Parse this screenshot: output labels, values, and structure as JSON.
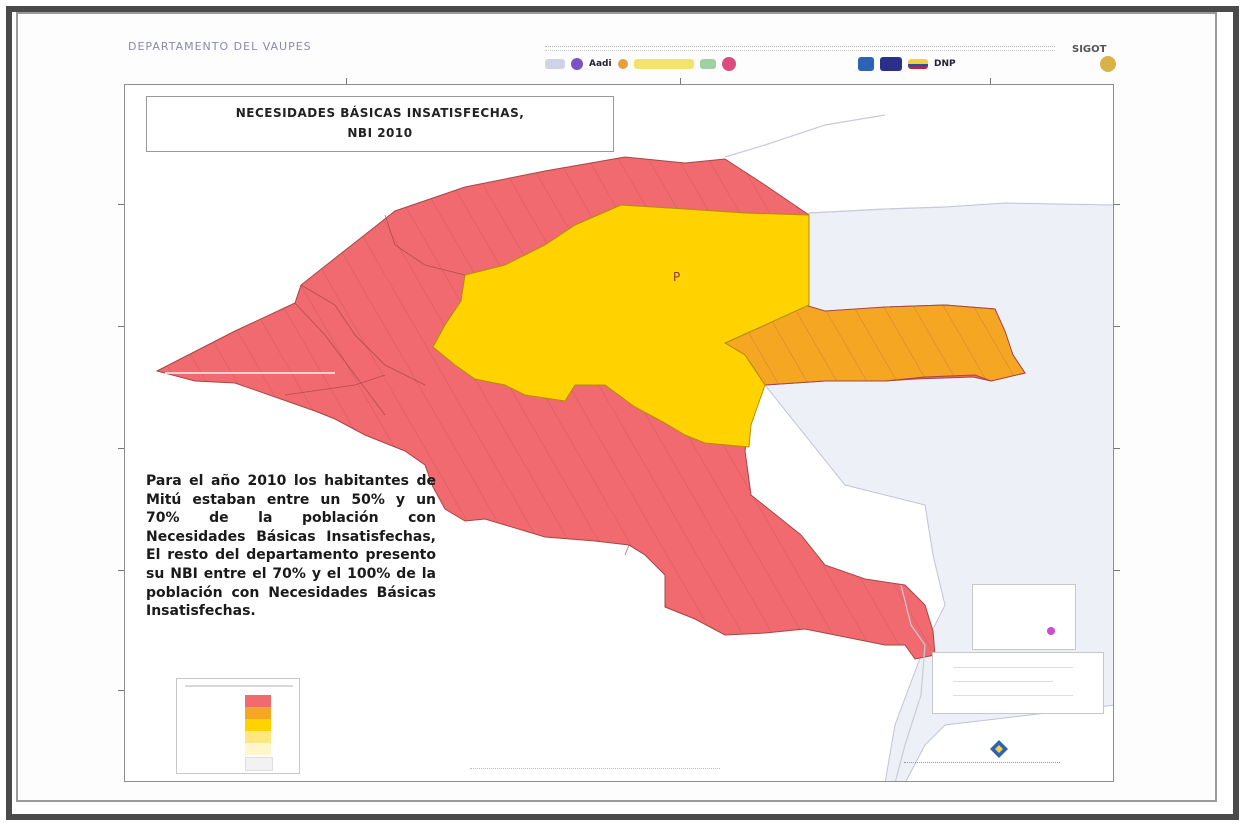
{
  "header": {
    "department": "DEPARTAMENTO DEL VAUPES",
    "sigot": "SIGOT",
    "logos": [
      {
        "name": "Aadi",
        "color": "#6d3fb0"
      },
      {
        "name": "DNP",
        "color": "#1e3c8c"
      }
    ]
  },
  "map": {
    "title_line1": "NECESIDADES BÁSICAS INSATISFECHAS,",
    "title_line2": "NBI 2010",
    "municipality_label": "P",
    "description": "Para el año 2010 los habitantes de Mitú estaban entre un 50% y un 70% de la población con Necesidades Básicas Insatisfechas, El resto del departamento presento su NBI entre el 70% y el 100% de la población con Necesidades Básicas Insatisfechas.",
    "colors": {
      "range_70_100": "#f06a6f",
      "range_50_70": "#ffd200",
      "range_orange": "#f5a623",
      "neighbor": "#eef0f8",
      "hatch": "#b04848"
    },
    "legend": {
      "colors": [
        "#f06a6f",
        "#f5a623",
        "#ffd200",
        "#ffe680",
        "#fff6cc"
      ]
    }
  }
}
